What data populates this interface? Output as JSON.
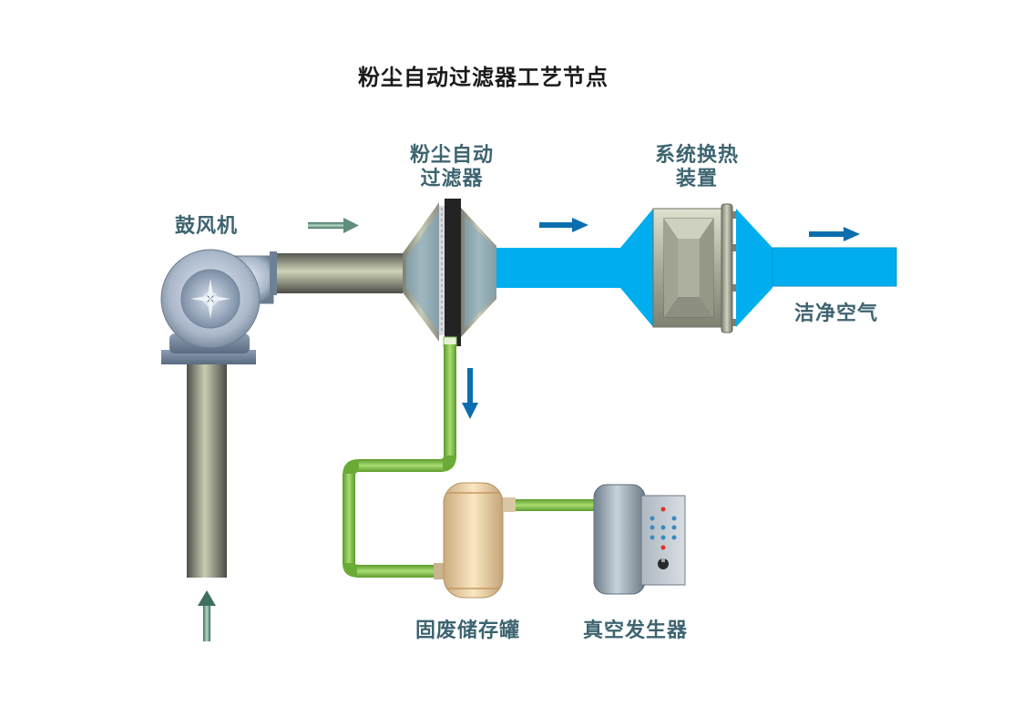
{
  "title": "粉尘自动过滤器工艺节点",
  "labels": {
    "blower": "鼓风机",
    "filter_line1": "粉尘自动",
    "filter_line2": "过滤器",
    "heat_line1": "系统换热",
    "heat_line2": "装置",
    "clean_air": "洁净空气",
    "waste_tank": "固废储存罐",
    "vacuum": "真空发生器"
  },
  "colors": {
    "label_text": "#3d6470",
    "air_duct": "#00aeef",
    "dust_pipe": "#7ec242",
    "flow_arrow": "#0b6fae",
    "inlet_arrow": "#5f8f7e"
  }
}
